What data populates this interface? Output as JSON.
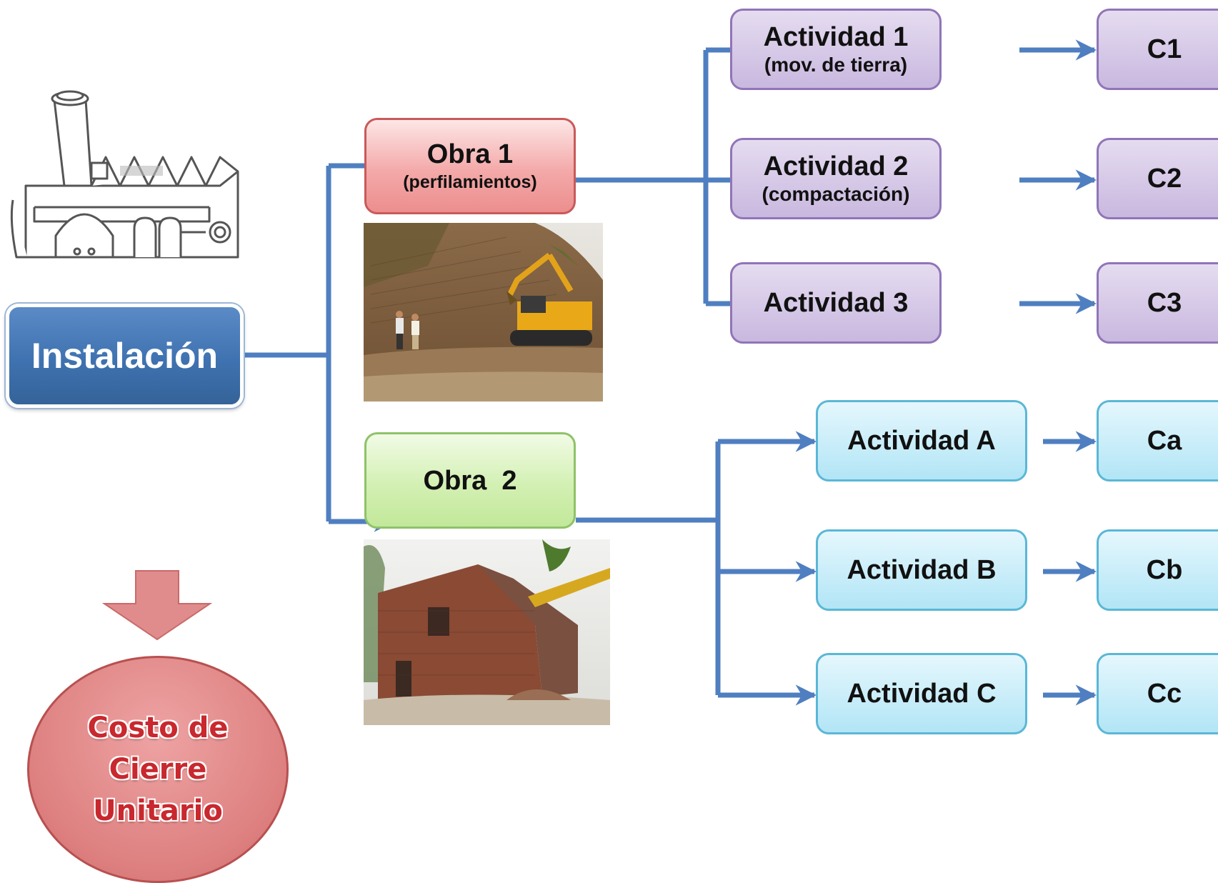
{
  "instalacion": {
    "label": "Instalación"
  },
  "obras": [
    {
      "title": "Obra 1",
      "subtitle": "(perfilamientos)"
    },
    {
      "title": "Obra  2",
      "subtitle": ""
    }
  ],
  "actividades_obra1": [
    {
      "title": "Actividad 1",
      "subtitle": "(mov. de tierra)",
      "cost": "C1"
    },
    {
      "title": "Actividad 2",
      "subtitle": "(compactación)",
      "cost": "C2"
    },
    {
      "title": "Actividad 3",
      "subtitle": "",
      "cost": "C3"
    }
  ],
  "actividades_obra2": [
    {
      "title": "Actividad A",
      "cost": "Ca"
    },
    {
      "title": "Actividad B",
      "cost": "Cb"
    },
    {
      "title": "Actividad C",
      "cost": "Cc"
    }
  ],
  "resultado": {
    "line1": "Costo de",
    "line2": "Cierre",
    "line3": "Unitario"
  },
  "colors": {
    "connector": "#4f7fc0",
    "instalacion": "#3f72b0",
    "obra1": "#f4a9a9",
    "obra2": "#d3f0b3",
    "actividad_purple": "#c9b8df",
    "actividad_blue": "#b2e5f6",
    "resultado": "#dd7f7f"
  }
}
